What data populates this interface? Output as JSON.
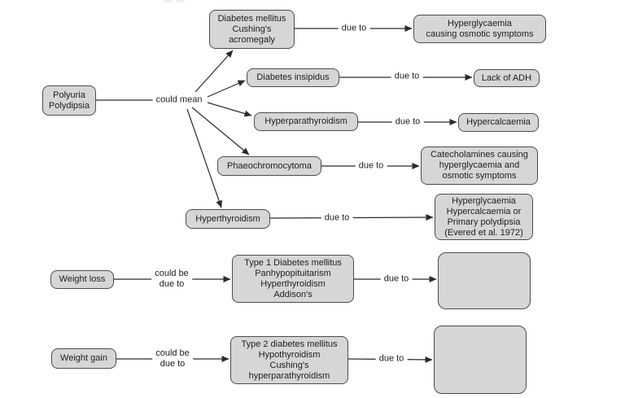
{
  "palette": {
    "background": "#ffffff",
    "node_fill": "#d6d6d6",
    "node_border": "#4c4c4c",
    "line_color": "#2b2b2b",
    "text_color": "#1d1d1d"
  },
  "nodes": {
    "polyuria": {
      "text": "Polyuria\nPolydipsia"
    },
    "dm_cushings_acromegaly": {
      "text": "Diabetes mellitus\nCushing's\nacromegaly"
    },
    "diabetes_insipidus": {
      "text": "Diabetes insipidus"
    },
    "hyperparathyroidism": {
      "text": "Hyperparathyroidism"
    },
    "phaeochromocytoma": {
      "text": "Phaeochromocytoma"
    },
    "hyperthyroidism": {
      "text": "Hyperthyroidism"
    },
    "hyperglycaemia_osmotic": {
      "text": "Hyperglycaemia\ncausing osmotic symptoms"
    },
    "lack_of_adh": {
      "text": "Lack of ADH"
    },
    "hypercalcaemia": {
      "text": "Hypercalcaemia"
    },
    "catecholamines": {
      "text": "Catecholamines causing\nhyperglycaemia and\nosmotic symptoms"
    },
    "hyperglycaemia_hypercalcaemia": {
      "text": "Hyperglycaemia\nHypercalcaemia or\nPrimary polydipsia\n(Evered et al. 1972)"
    },
    "weight_loss": {
      "text": "Weight loss"
    },
    "type1_causes": {
      "text": "Type 1 Diabetes mellitus\nPanhypopituitarism\nHyperthyroidism\nAddison's"
    },
    "empty_outcome_1": {
      "text": ""
    },
    "weight_gain": {
      "text": "Weight gain"
    },
    "type2_causes": {
      "text": "Type 2 diabetes mellitus\nHypothyroidism\nCushing's\nhyperparathyroidism"
    },
    "empty_outcome_2": {
      "text": ""
    }
  },
  "edge_labels": {
    "could_mean": "could mean",
    "due_to": "due to",
    "could_be_due_to": "could be\ndue to"
  }
}
